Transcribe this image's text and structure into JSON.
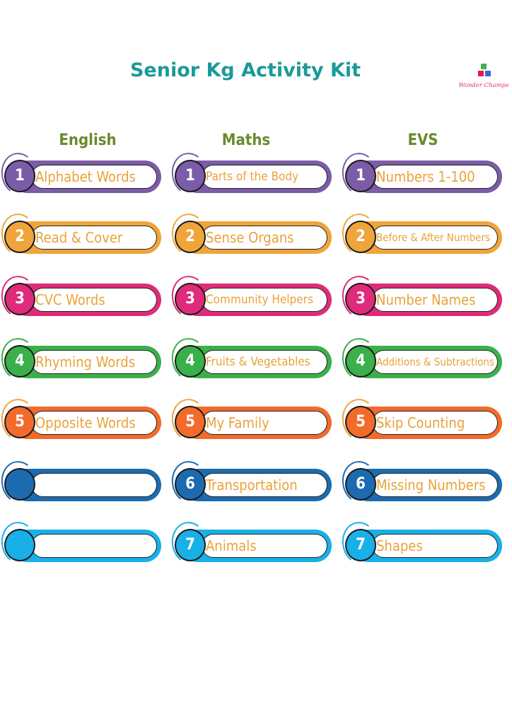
{
  "title": "Senior Kg Activity Kit",
  "logo": {
    "text": "Wonder Champs",
    "colors": [
      "#3cb44b",
      "#e6194b",
      "#4363d8"
    ]
  },
  "columns": [
    {
      "heading": "English",
      "items": [
        {
          "number": "1",
          "label": "Alphabet Words",
          "color": "#7b5ca8"
        },
        {
          "number": "2",
          "label": "Read & Cover",
          "color": "#f0a53a"
        },
        {
          "number": "3",
          "label": "CVC Words",
          "color": "#e02a7a"
        },
        {
          "number": "4",
          "label": "Rhyming Words",
          "color": "#3ab04a"
        },
        {
          "number": "5",
          "label": "Opposite Words",
          "color": "#f26b2a",
          "ring": "#f0a53a"
        },
        {
          "number": "",
          "label": "",
          "color": "#1c6bb0"
        },
        {
          "number": "",
          "label": "",
          "color": "#19b0e8"
        }
      ]
    },
    {
      "heading": "Maths",
      "items": [
        {
          "number": "1",
          "label": "Parts of the Body",
          "color": "#7b5ca8"
        },
        {
          "number": "2",
          "label": "Sense Organs",
          "color": "#f0a53a"
        },
        {
          "number": "3",
          "label": "Community Helpers",
          "color": "#e02a7a"
        },
        {
          "number": "4",
          "label": "Fruits & Vegetables",
          "color": "#3ab04a"
        },
        {
          "number": "5",
          "label": "My Family",
          "color": "#f26b2a",
          "ring": "#f0a53a"
        },
        {
          "number": "6",
          "label": "Transportation",
          "color": "#1c6bb0"
        },
        {
          "number": "7",
          "label": "Animals",
          "color": "#19b0e8"
        }
      ]
    },
    {
      "heading": "EVS",
      "items": [
        {
          "number": "1",
          "label": "Numbers 1-100",
          "color": "#7b5ca8"
        },
        {
          "number": "2",
          "label": "Before & After Numbers",
          "color": "#f0a53a"
        },
        {
          "number": "3",
          "label": "Number Names",
          "color": "#e02a7a"
        },
        {
          "number": "4",
          "label": "Additions & Subtractions",
          "color": "#3ab04a"
        },
        {
          "number": "5",
          "label": "Skip Counting",
          "color": "#f26b2a",
          "ring": "#f0a53a"
        },
        {
          "number": "6",
          "label": "Missing Numbers",
          "color": "#1c6bb0"
        },
        {
          "number": "7",
          "label": "Shapes",
          "color": "#19b0e8"
        }
      ]
    }
  ]
}
